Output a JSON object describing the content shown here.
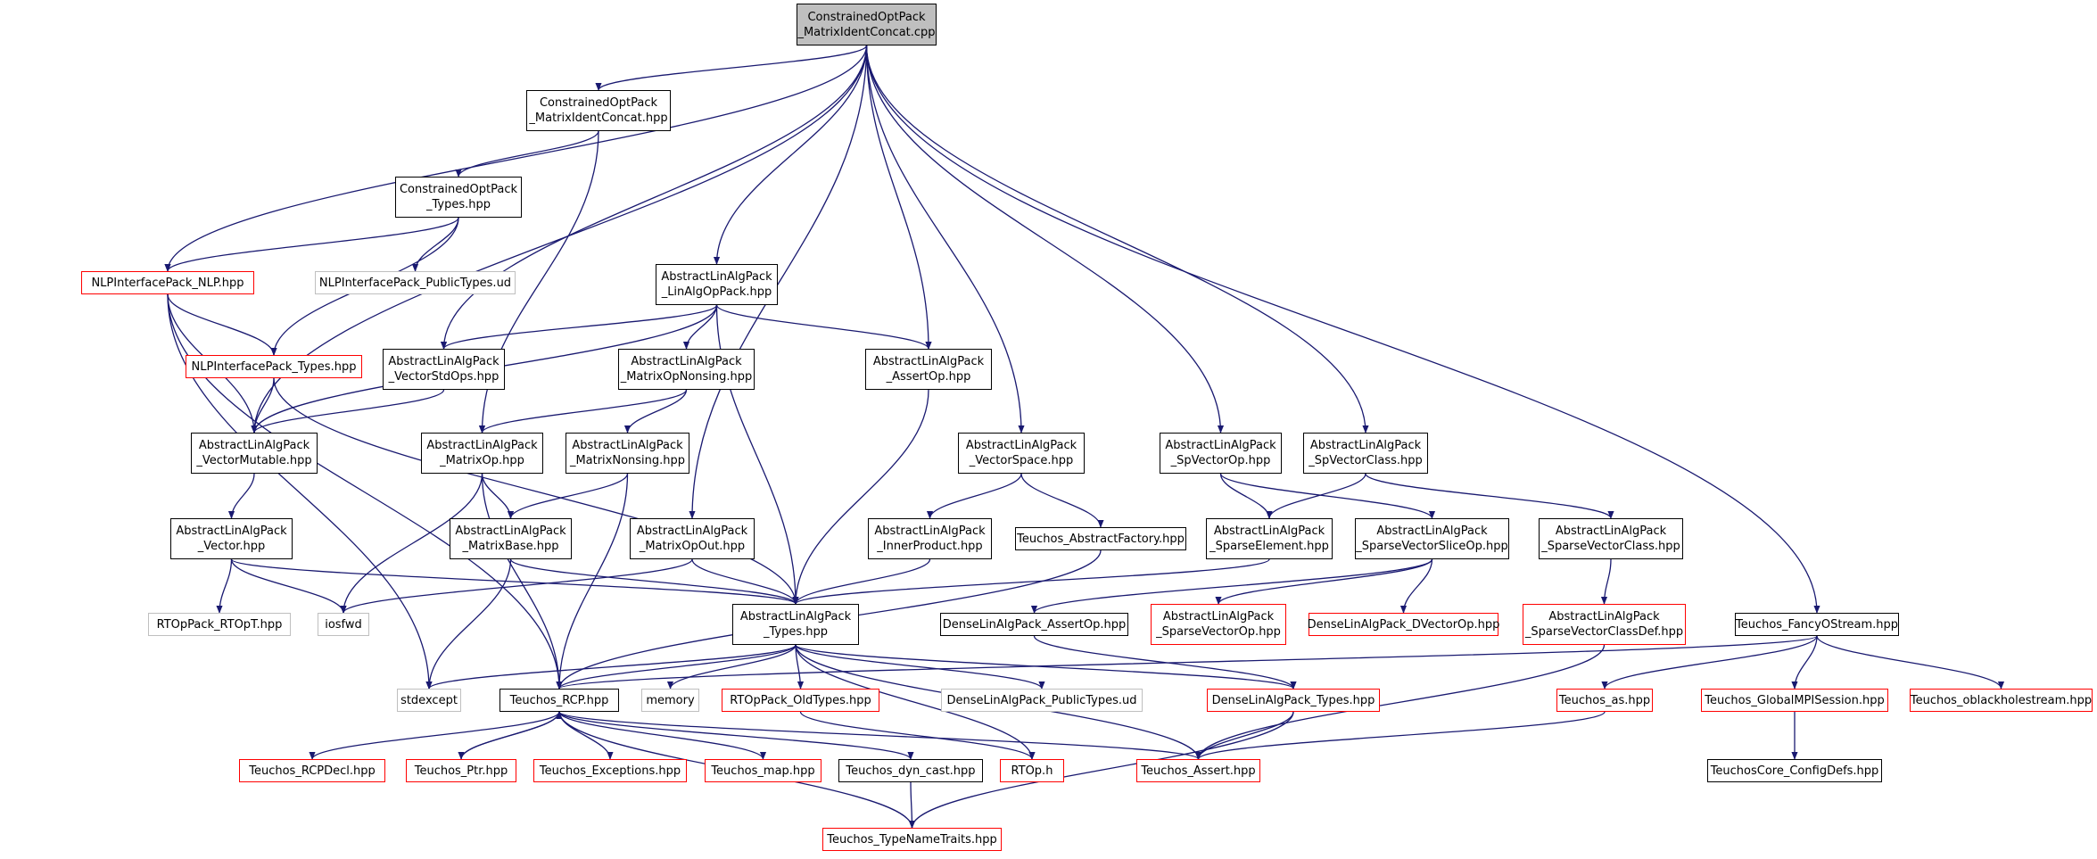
{
  "colors": {
    "edge": "#191970",
    "node_border": "#000000",
    "partial_border": "#ff0000",
    "external_border": "#bfbfbf",
    "root_fill": "#bfbfbf"
  },
  "nodes": {
    "root": {
      "l1": "ConstrainedOptPack",
      "l2": "_MatrixIdentConcat.cpp"
    },
    "coMatrixIdentConcatHpp": {
      "l1": "ConstrainedOptPack",
      "l2": "_MatrixIdentConcat.hpp"
    },
    "coTypes": {
      "l1": "ConstrainedOptPack",
      "l2": "_Types.hpp"
    },
    "nlpNLP": {
      "l1": "NLPInterfacePack_NLP.hpp"
    },
    "nlpPublicTypes": {
      "l1": "NLPInterfacePack_PublicTypes.ud"
    },
    "nlpTypes": {
      "l1": "NLPInterfacePack_Types.hpp"
    },
    "alaLinAlgOpPack": {
      "l1": "AbstractLinAlgPack",
      "l2": "_LinAlgOpPack.hpp"
    },
    "alaVectorStdOps": {
      "l1": "AbstractLinAlgPack",
      "l2": "_VectorStdOps.hpp"
    },
    "alaMatrixOpNonsing": {
      "l1": "AbstractLinAlgPack",
      "l2": "_MatrixOpNonsing.hpp"
    },
    "alaAssertOp": {
      "l1": "AbstractLinAlgPack",
      "l2": "_AssertOp.hpp"
    },
    "alaVectorMutable": {
      "l1": "AbstractLinAlgPack",
      "l2": "_VectorMutable.hpp"
    },
    "alaMatrixOp": {
      "l1": "AbstractLinAlgPack",
      "l2": "_MatrixOp.hpp"
    },
    "alaMatrixNonsing": {
      "l1": "AbstractLinAlgPack",
      "l2": "_MatrixNonsing.hpp"
    },
    "alaVectorSpace": {
      "l1": "AbstractLinAlgPack",
      "l2": "_VectorSpace.hpp"
    },
    "alaSpVectorOp": {
      "l1": "AbstractLinAlgPack",
      "l2": "_SpVectorOp.hpp"
    },
    "alaSpVectorClass": {
      "l1": "AbstractLinAlgPack",
      "l2": "_SpVectorClass.hpp"
    },
    "alaVector": {
      "l1": "AbstractLinAlgPack",
      "l2": "_Vector.hpp"
    },
    "alaMatrixBase": {
      "l1": "AbstractLinAlgPack",
      "l2": "_MatrixBase.hpp"
    },
    "alaMatrixOpOut": {
      "l1": "AbstractLinAlgPack",
      "l2": "_MatrixOpOut.hpp"
    },
    "alaInnerProduct": {
      "l1": "AbstractLinAlgPack",
      "l2": "_InnerProduct.hpp"
    },
    "teuchosAbstractFactory": {
      "l1": "Teuchos_AbstractFactory.hpp"
    },
    "alaSparseElement": {
      "l1": "AbstractLinAlgPack",
      "l2": "_SparseElement.hpp"
    },
    "alaSparseVectorSliceOp": {
      "l1": "AbstractLinAlgPack",
      "l2": "_SparseVectorSliceOp.hpp"
    },
    "alaSparseVectorClass": {
      "l1": "AbstractLinAlgPack",
      "l2": "_SparseVectorClass.hpp"
    },
    "rtopRTOpT": {
      "l1": "RTOpPack_RTOpT.hpp"
    },
    "iosfwd": {
      "l1": "iosfwd"
    },
    "alaTypes": {
      "l1": "AbstractLinAlgPack",
      "l2": "_Types.hpp"
    },
    "dlaAssertOp": {
      "l1": "DenseLinAlgPack_AssertOp.hpp"
    },
    "alaSparseVectorOp": {
      "l1": "AbstractLinAlgPack",
      "l2": "_SparseVectorOp.hpp"
    },
    "dlaDVectorOp": {
      "l1": "DenseLinAlgPack_DVectorOp.hpp"
    },
    "alaSparseVectorClassDef": {
      "l1": "AbstractLinAlgPack",
      "l2": "_SparseVectorClassDef.hpp"
    },
    "teuchosFancyOStream": {
      "l1": "Teuchos_FancyOStream.hpp"
    },
    "stdexcept": {
      "l1": "stdexcept"
    },
    "teuchosRCP": {
      "l1": "Teuchos_RCP.hpp"
    },
    "memory": {
      "l1": "memory"
    },
    "rtopOldTypes": {
      "l1": "RTOpPack_OldTypes.hpp"
    },
    "dlaPublicTypes": {
      "l1": "DenseLinAlgPack_PublicTypes.ud"
    },
    "dlaTypes": {
      "l1": "DenseLinAlgPack_Types.hpp"
    },
    "teuchosAs": {
      "l1": "Teuchos_as.hpp"
    },
    "teuchosGlobalMPISession": {
      "l1": "Teuchos_GlobalMPISession.hpp"
    },
    "teuchosOblackholestream": {
      "l1": "Teuchos_oblackholestream.hpp"
    },
    "teuchosRCPDecl": {
      "l1": "Teuchos_RCPDecl.hpp"
    },
    "teuchosPtr": {
      "l1": "Teuchos_Ptr.hpp"
    },
    "teuchosExceptions": {
      "l1": "Teuchos_Exceptions.hpp"
    },
    "teuchosMap": {
      "l1": "Teuchos_map.hpp"
    },
    "teuchosDynCast": {
      "l1": "Teuchos_dyn_cast.hpp"
    },
    "rtopH": {
      "l1": "RTOp.h"
    },
    "teuchosAssert": {
      "l1": "Teuchos_Assert.hpp"
    },
    "teuchosCoreConfigDefs": {
      "l1": "TeuchosCore_ConfigDefs.hpp"
    },
    "teuchosTypeNameTraits": {
      "l1": "Teuchos_TypeNameTraits.hpp"
    }
  }
}
